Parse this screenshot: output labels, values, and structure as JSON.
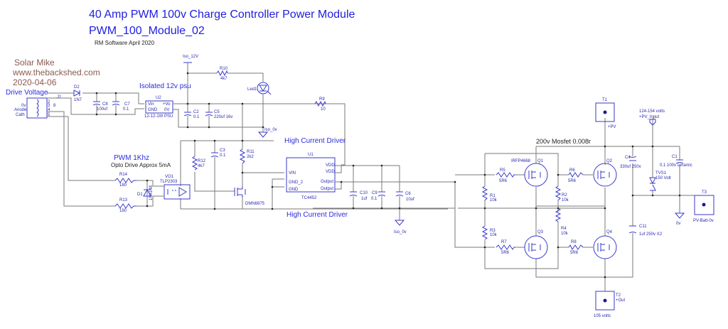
{
  "header": {
    "title": "40 Amp PWM 100v Charge Controller Power Module",
    "subtitle": "PWM_100_Module_02",
    "author": "RM Software April 2020"
  },
  "credit": {
    "name": "Solar Mike",
    "site": "www.thebackshed.com",
    "date": "2020-04-06",
    "hidden_label": "Drive Voltage"
  },
  "sections": {
    "psu": "Isolated 12v psu",
    "pwm": "PWM 1Khz",
    "opto_note": "Opto Drive Approx 5mA",
    "driver_top": "High Current Driver",
    "driver_bottom": "High Current Driver",
    "mosfet_note": "200v Mosfet 0.008r"
  },
  "connector": {
    "ref": "J1",
    "pins": [
      "0v",
      "Anode",
      "Cath"
    ],
    "nums": [
      "2",
      "3",
      "4",
      "5"
    ],
    "pin3": "8"
  },
  "components": {
    "D2": {
      "ref": "D2",
      "value": "1N7"
    },
    "C8": {
      "ref": "C8",
      "value": "100uf"
    },
    "C7": {
      "ref": "C7",
      "value": "0.1"
    },
    "U2": {
      "ref": "U2",
      "value": "12-12-1W  PSU",
      "pins": [
        "Vin",
        "GND",
        "+Vo",
        "0V"
      ]
    },
    "iso12": "Iso_12V",
    "R10": {
      "ref": "R10",
      "value": "4k7"
    },
    "Led1": {
      "ref": "Led1"
    },
    "C2": {
      "ref": "C2",
      "value": "0.1"
    },
    "C5": {
      "ref": "C5",
      "value": "220uf  16v"
    },
    "iso0_top": "Iso_0v",
    "R9": {
      "ref": "R9",
      "value": "10"
    },
    "R14": {
      "ref": "R14",
      "value": "180"
    },
    "R13": {
      "ref": "R13",
      "value": "180"
    },
    "D1": {
      "ref": "D1",
      "value": "1N4148"
    },
    "VO1": {
      "ref": "VO1",
      "value": "TLP2303"
    },
    "R12": {
      "ref": "R12",
      "value": "4k7"
    },
    "C3": {
      "ref": "C3",
      "value": "0.1"
    },
    "R11": {
      "ref": "R11",
      "value": "2k2"
    },
    "Q5": {
      "value": "DMN6875"
    },
    "U1": {
      "ref": "U1",
      "value": "TC4452",
      "pins_left": [
        "VIN",
        "GND_2",
        "GND"
      ],
      "pins_right": [
        "VDD",
        "VDD",
        "Output",
        "Output"
      ]
    },
    "C10": {
      "ref": "C10",
      "value": "1uf"
    },
    "C9": {
      "ref": "C9",
      "value": "0.1"
    },
    "C6": {
      "ref": "C6",
      "value": "10uf"
    },
    "iso0_bottom": "Iso_0v",
    "R5": {
      "ref": "R5",
      "value": "5R6"
    },
    "R6": {
      "ref": "R6",
      "value": "5R6"
    },
    "R7": {
      "ref": "R7",
      "value": "5R6"
    },
    "R8": {
      "ref": "R8",
      "value": "5R6"
    },
    "R1": {
      "ref": "R1",
      "value": "10k"
    },
    "R2": {
      "ref": "R2",
      "value": "10k"
    },
    "R3": {
      "ref": "R3",
      "value": "10k"
    },
    "R4": {
      "ref": "R4",
      "value": "10k"
    },
    "Q1": {
      "ref": "Q1",
      "value": "IRFP4668"
    },
    "Q2": {
      "ref": "Q2"
    },
    "Q3": {
      "ref": "Q3"
    },
    "Q4": {
      "ref": "Q4"
    },
    "T1": {
      "ref": "T1",
      "value": "+PV"
    },
    "T2": {
      "ref": "T2",
      "value": "+Out",
      "note": "105 volts"
    },
    "T3": {
      "ref": "T3",
      "value": "PV-Batt-0v"
    },
    "pv_input": {
      "note": "124-154 volts",
      "label": "+PV_Input"
    },
    "C4": {
      "ref": "C4",
      "value": "330uf  250v"
    },
    "C1": {
      "ref": "C1",
      "value": "0.1  100v  ceramic"
    },
    "TVS1": {
      "ref": "TVS1",
      "value": "150  Volt"
    },
    "gnd0v": "0v",
    "C11": {
      "ref": "C11",
      "value": "1uf  250v  X2"
    }
  },
  "colors": {
    "wire": "#7a7a7a",
    "component": "#3a3acc",
    "title": "#2020e0",
    "credit": "#8a5a50"
  }
}
